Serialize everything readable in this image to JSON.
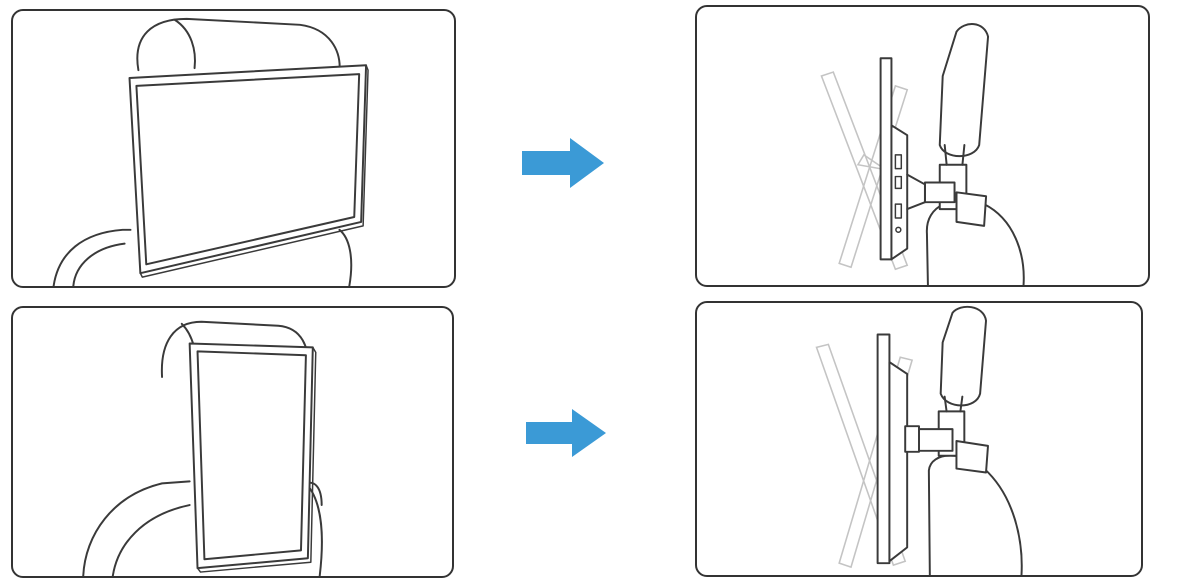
{
  "figure": {
    "steps": [
      {
        "orientation": "landscape",
        "from_view": "front",
        "to_view": "side-tilt"
      },
      {
        "orientation": "portrait",
        "from_view": "front",
        "to_view": "side-tilt"
      }
    ],
    "colors": {
      "arrow": "#3b9ad6",
      "line": "#3a3a3a",
      "ghost": "#c4c4c4",
      "panel_border": "#333333"
    },
    "icons": [
      "right-arrow-icon",
      "headrest-monitor-icon"
    ]
  }
}
